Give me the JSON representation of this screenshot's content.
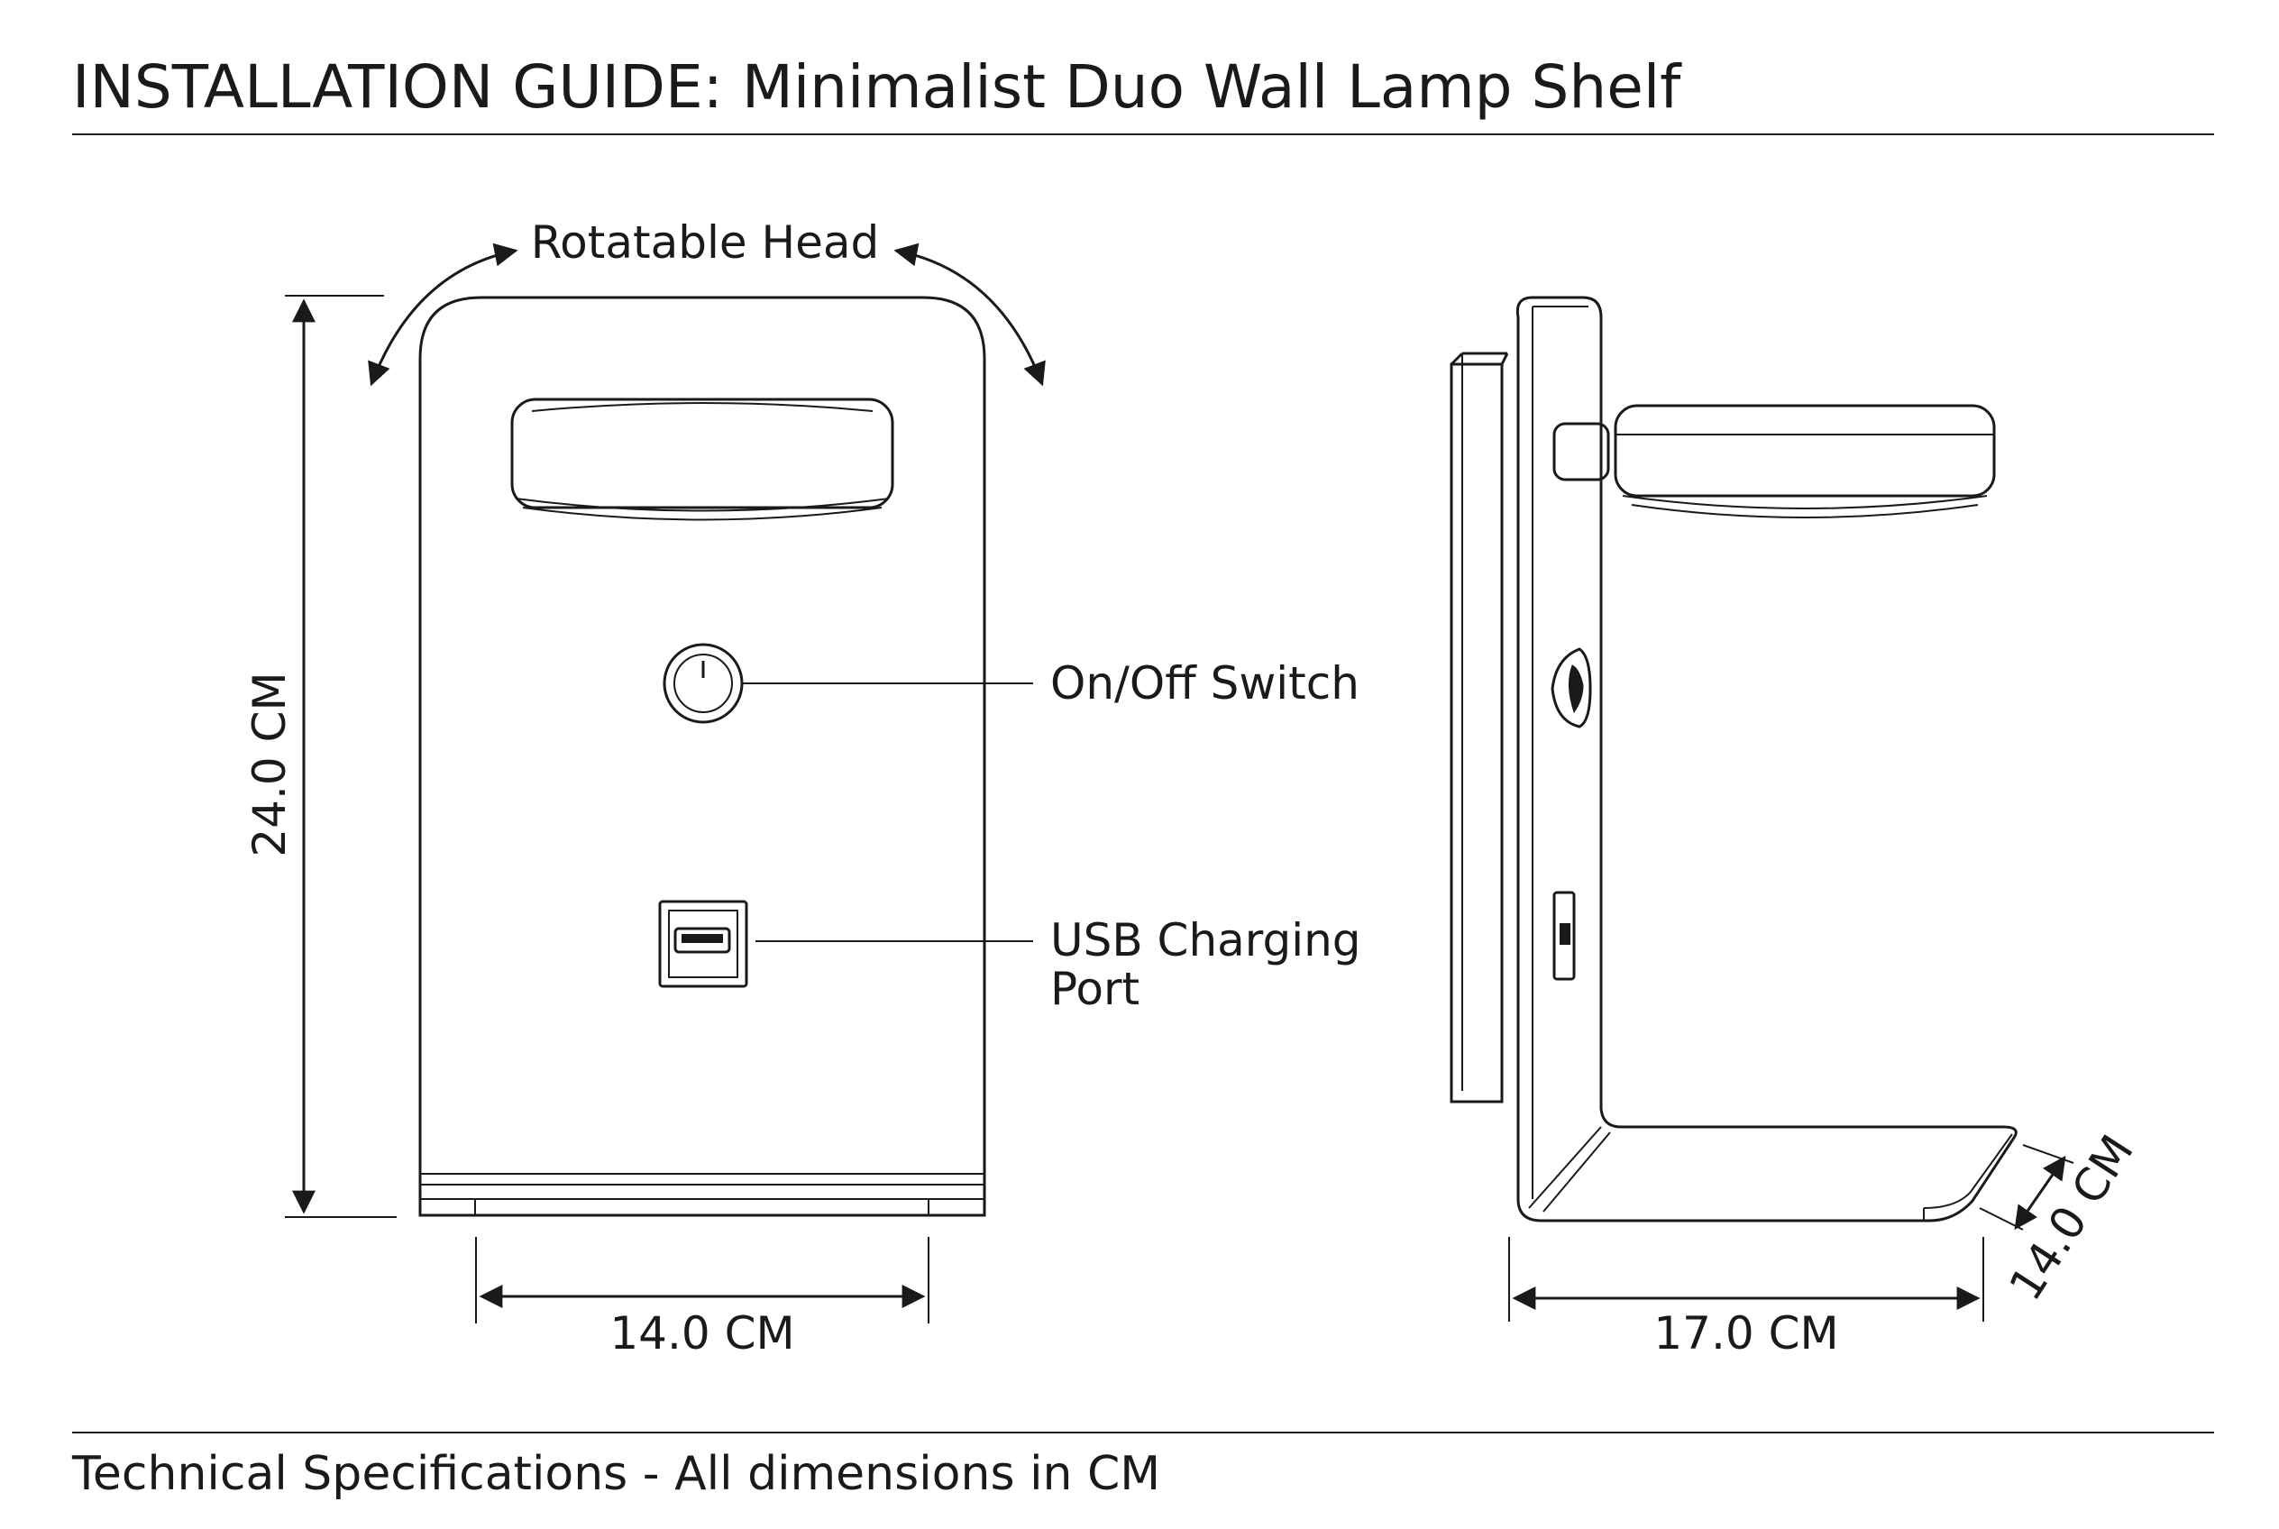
{
  "header": {
    "title": "INSTALLATION GUIDE: Minimalist Duo Wall Lamp Shelf"
  },
  "footer": {
    "note": "Technical Specifications - All dimensions in CM"
  },
  "front_view": {
    "rotate_label": "Rotatable Head",
    "switch_label": "On/Off Switch",
    "usb_label_line1": "USB Charging",
    "usb_label_line2": "Port",
    "height_dim": "24.0 CM",
    "width_dim": "14.0 CM"
  },
  "side_view": {
    "length_dim": "17.0 CM",
    "depth_dim": "14.0 CM"
  },
  "colors": {
    "line": "#1a1a1a",
    "background": "#ffffff"
  }
}
